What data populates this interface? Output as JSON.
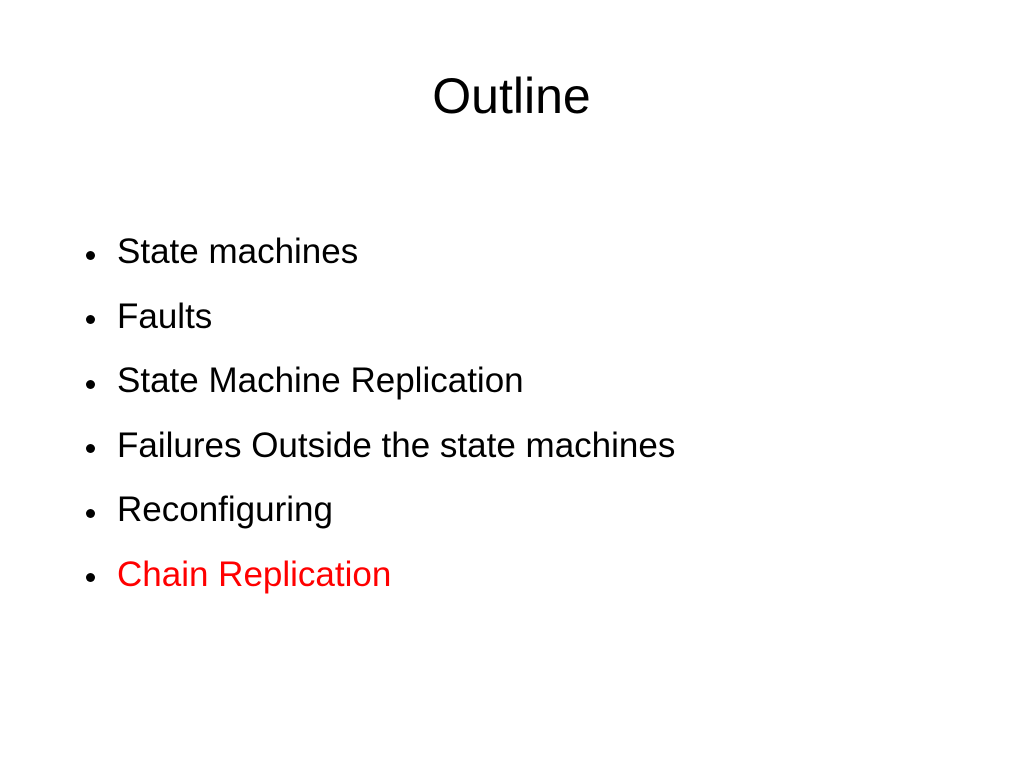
{
  "slide": {
    "title": "Outline",
    "items": [
      {
        "label": "State machines",
        "highlighted": false
      },
      {
        "label": "Faults",
        "highlighted": false
      },
      {
        "label": "State Machine Replication",
        "highlighted": false
      },
      {
        "label": "Failures Outside the state machines",
        "highlighted": false
      },
      {
        "label": "Reconfiguring",
        "highlighted": false
      },
      {
        "label": "Chain Replication",
        "highlighted": true
      }
    ]
  },
  "colors": {
    "text": "#000000",
    "highlight": "#ff0000",
    "background": "#ffffff"
  }
}
